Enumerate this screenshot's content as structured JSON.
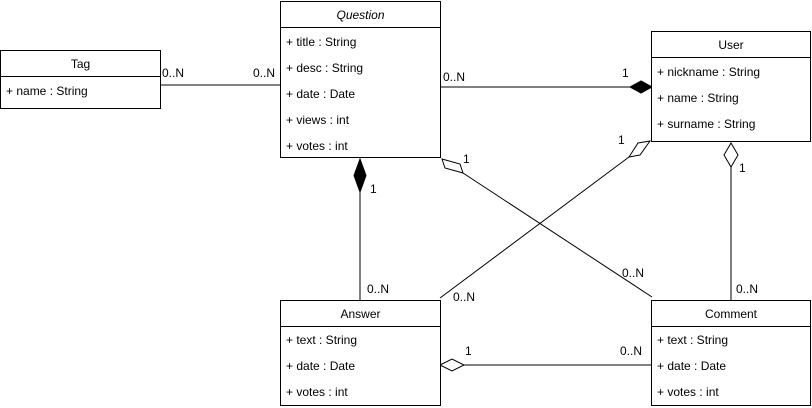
{
  "classes": {
    "question": {
      "name": "Question",
      "attributes": [
        "+ title : String",
        "+ desc : String",
        "+ date : Date",
        "+ views : int",
        "+ votes : int"
      ]
    },
    "tag": {
      "name": "Tag",
      "attributes": [
        "+ name : String"
      ]
    },
    "user": {
      "name": "User",
      "attributes": [
        "+ nickname : String",
        "+ name : String",
        "+ surname : String"
      ]
    },
    "answer": {
      "name": "Answer",
      "attributes": [
        "+ text : String",
        "+ date : Date",
        "+ votes : int"
      ]
    },
    "comment": {
      "name": "Comment",
      "attributes": [
        "+ text : String",
        "+ date : Date",
        "+ votes : int"
      ]
    }
  },
  "associations": [
    {
      "from": "Tag",
      "to": "Question",
      "from_mult": "0..N",
      "to_mult": "0..N",
      "kind": "association"
    },
    {
      "from": "Question",
      "to": "User",
      "from_mult": "0..N",
      "to_mult": "1",
      "kind": "composition"
    },
    {
      "from": "Question",
      "to": "Answer",
      "from_mult": "1",
      "to_mult": "0..N",
      "kind": "composition"
    },
    {
      "from": "Question",
      "to": "Comment",
      "from_mult": "1",
      "to_mult": "0..N",
      "kind": "aggregation"
    },
    {
      "from": "User",
      "to": "Answer",
      "from_mult": "1",
      "to_mult": "0..N",
      "kind": "aggregation"
    },
    {
      "from": "User",
      "to": "Comment",
      "from_mult": "1",
      "to_mult": "0..N",
      "kind": "aggregation"
    },
    {
      "from": "Answer",
      "to": "Comment",
      "from_mult": "1",
      "to_mult": "0..N",
      "kind": "aggregation"
    }
  ]
}
